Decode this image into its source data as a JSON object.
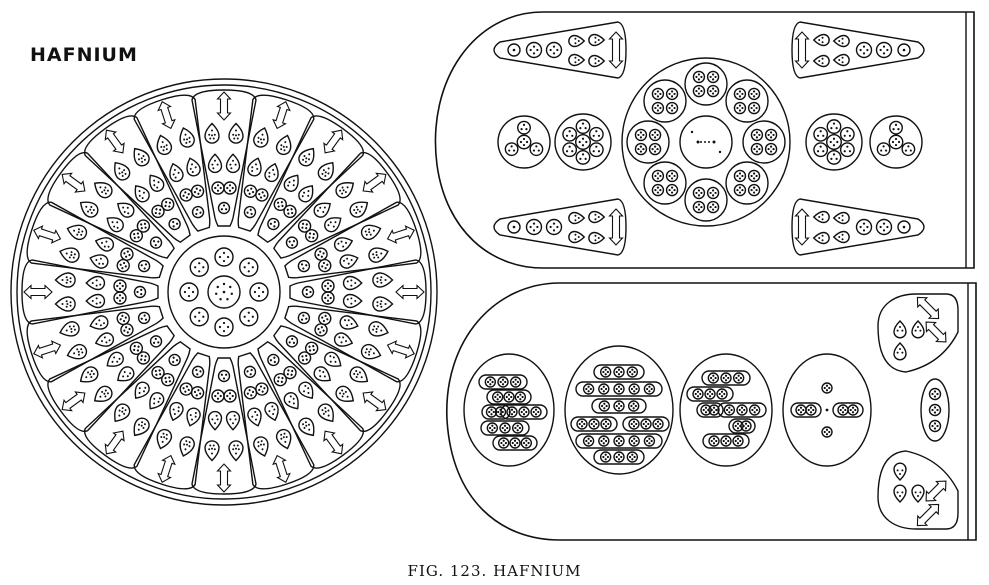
{
  "title": "HAFNIUM",
  "caption": {
    "fig": "FIG.",
    "number": "123.",
    "name": "HAFNIUM"
  },
  "colors": {
    "ink": "#111111",
    "paper": "#ffffff"
  },
  "icons": {
    "wheel": "radial-segment-wheel",
    "upper_panel": "funnel-body-with-spheres",
    "lower_panel": "bar-body-with-ovals"
  }
}
